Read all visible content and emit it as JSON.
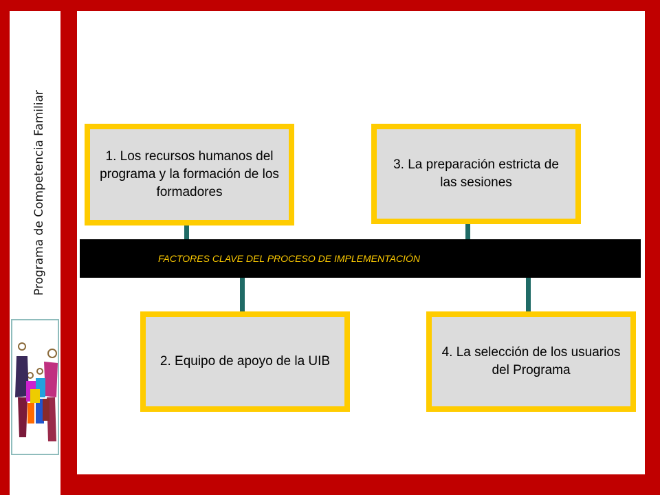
{
  "sidebar": {
    "title": "Programa de Competencia Familiar"
  },
  "logo": {
    "icon": "family-figures-icon"
  },
  "diagram": {
    "band_label": "FACTORES CLAVE DEL PROCESO DE IMPLEMENTACIÓN",
    "factors": [
      {
        "label": "1. Los recursos humanos del programa y la formación de los formadores"
      },
      {
        "label": "2. Equipo de apoyo de la UIB"
      },
      {
        "label": "3. La preparación estricta de las sesiones"
      },
      {
        "label": "4. La selección de los usuarios del Programa"
      }
    ]
  },
  "colors": {
    "frame": "#c00000",
    "box_border": "#ffcc00",
    "box_fill": "#dcdcdc",
    "band": "#000000",
    "band_text": "#ffcc00",
    "connector": "#1f6b66"
  }
}
